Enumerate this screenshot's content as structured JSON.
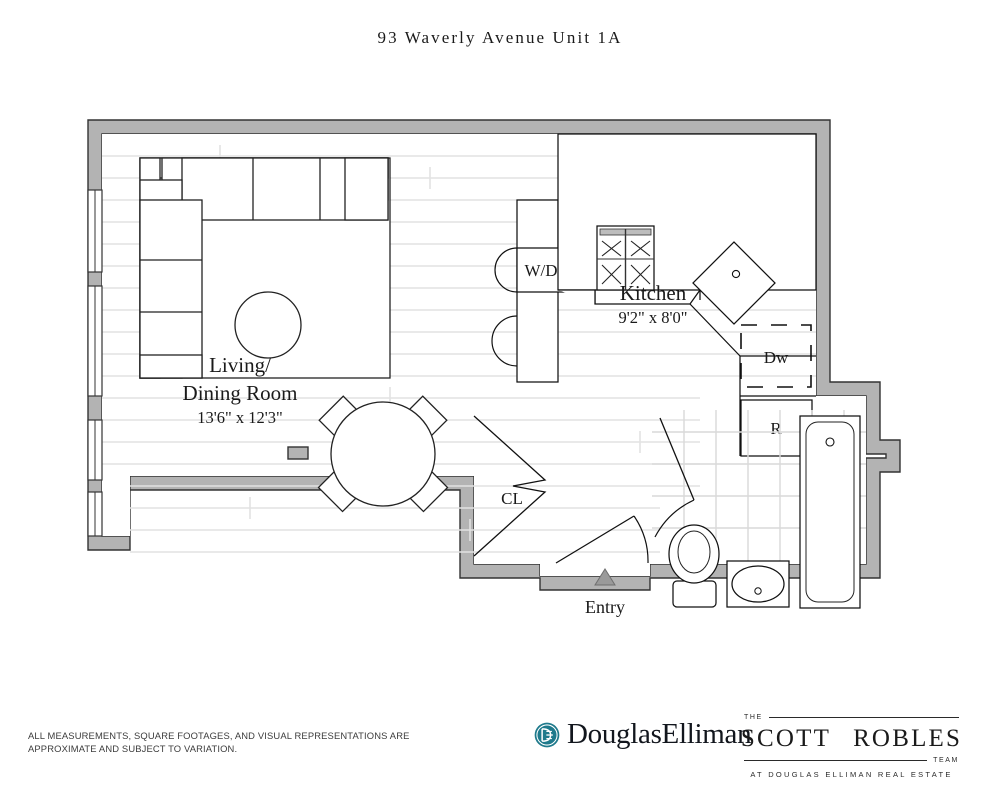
{
  "title": "93 Waverly Avenue Unit 1A",
  "rooms": [
    {
      "name": "Living/",
      "name2": "Dining Room",
      "dims": "13'6\" x 12'3\""
    },
    {
      "name": "Kitchen",
      "dims": "9'2\" x 8'0\""
    }
  ],
  "labels": {
    "living_line1": "Living/",
    "living_line2": "Dining Room",
    "living_dims": "13'6\" x 12'3\"",
    "kitchen": "Kitchen",
    "kitchen_dims": "9'2\" x 8'0\"",
    "closet": "CL",
    "washer_dryer": "W/D",
    "dishwasher": "Dw",
    "refrigerator": "R",
    "entry": "Entry"
  },
  "footer": {
    "disclaimer": "ALL MEASUREMENTS, SQUARE FOOTAGES, AND VISUAL REPRESENTATIONS ARE APPROXIMATE AND SUBJECT TO VARIATION.",
    "brokerage": "DouglasElliman",
    "team": {
      "the": "THE",
      "name_left": "SCOTT",
      "name_right": "ROBLES",
      "team_word": "TEAM",
      "tagline": "AT DOUGLAS ELLIMAN REAL ESTATE"
    }
  },
  "colors": {
    "wall_fill": "#b3b3b3",
    "wall_stroke": "#333333",
    "floor": "#ffffff",
    "plank_line": "#e2e2e2",
    "tile_line": "#d9d9d9",
    "ink": "#1a1a1a",
    "brand_teal": "#1f7a8c"
  }
}
